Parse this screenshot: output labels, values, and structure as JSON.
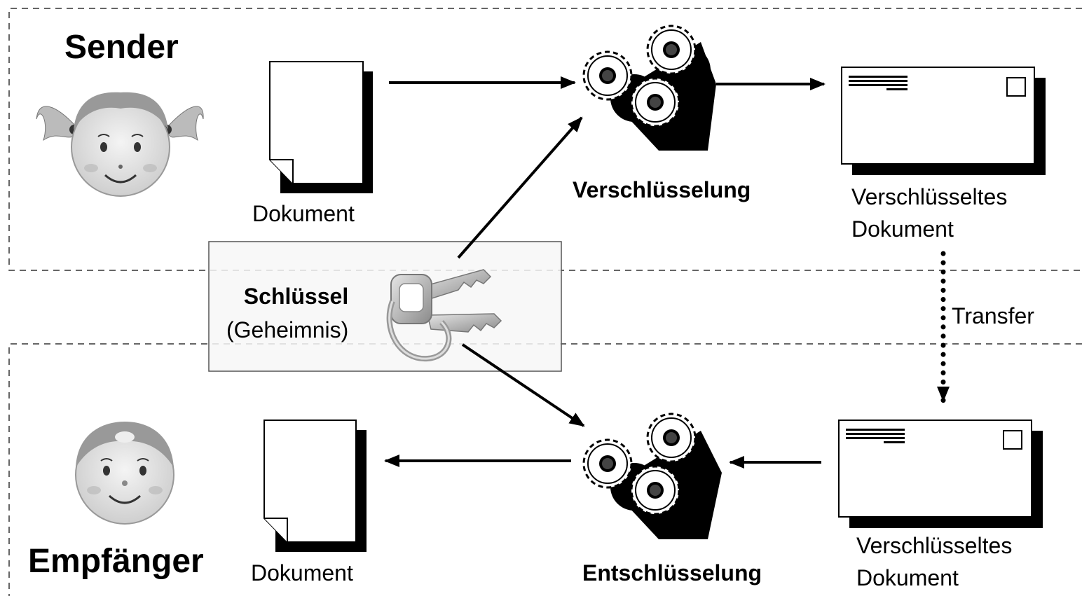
{
  "sender": {
    "title": "Sender"
  },
  "receiver": {
    "title": "Empfänger"
  },
  "sender_doc_label": "Dokument",
  "receiver_doc_label": "Dokument",
  "encryption_label": "Verschlüsselung",
  "decryption_label": "Entschlüsselung",
  "encrypted_doc_top": {
    "line1": "Verschlüsseltes",
    "line2": "Dokument"
  },
  "encrypted_doc_bottom": {
    "line1": "Verschlüsseltes",
    "line2": "Dokument"
  },
  "key": {
    "title": "Schlüssel",
    "subtitle": "(Geheimnis)"
  },
  "transfer_label": "Transfer",
  "icons": [
    "girl-face-icon",
    "boy-face-icon",
    "document-icon",
    "gears-icon",
    "envelope-icon",
    "keys-icon"
  ]
}
